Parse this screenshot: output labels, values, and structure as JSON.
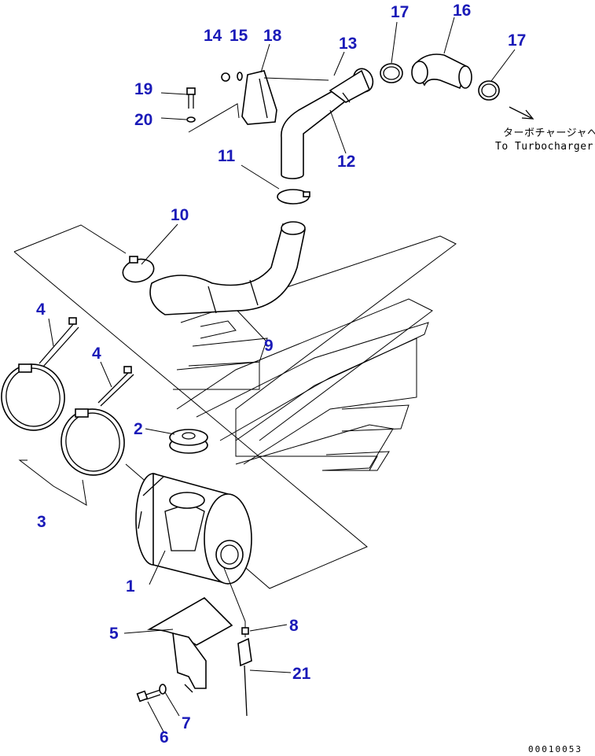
{
  "callouts": {
    "c1": "1",
    "c2": "2",
    "c3": "3",
    "c4a": "4",
    "c4b": "4",
    "c5": "5",
    "c6": "6",
    "c7": "7",
    "c8": "8",
    "c9": "9",
    "c10": "10",
    "c11": "11",
    "c12": "12",
    "c13": "13",
    "c14": "14",
    "c15": "15",
    "c16": "16",
    "c17a": "17",
    "c17b": "17",
    "c18": "18",
    "c19": "19",
    "c20": "20",
    "c21": "21"
  },
  "direction_note": {
    "japanese": "ターボチャージャへ",
    "english": "To Turbocharger"
  },
  "drawing_number": "00010053",
  "colors": {
    "callout": "#1a1ab8",
    "line": "#000000",
    "background": "#ffffff"
  }
}
